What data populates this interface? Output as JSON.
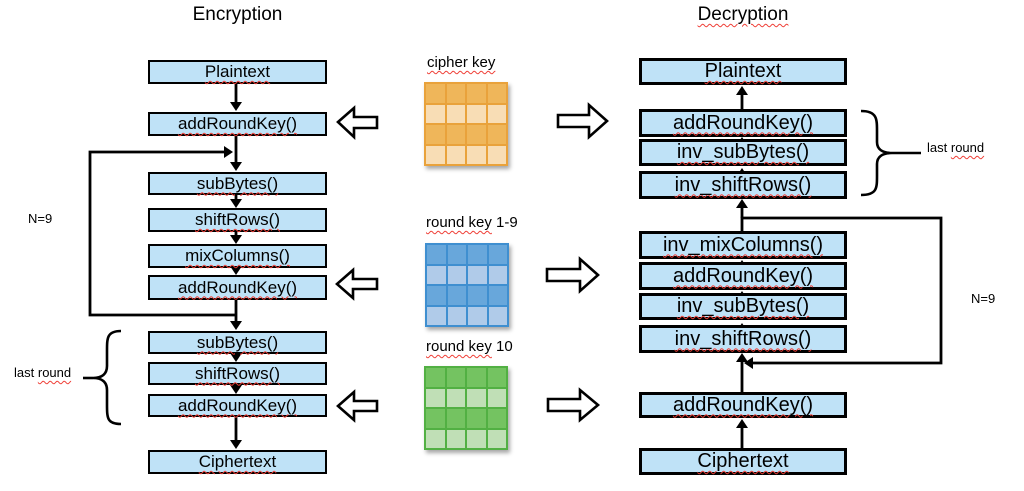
{
  "titles": {
    "encryption": "Encryption",
    "decryption": "Decryption"
  },
  "encryption": {
    "boxes": [
      "Plaintext",
      "addRoundKey()",
      "subBytes()",
      "shiftRows()",
      "mixColumns()",
      "addRoundKey()",
      "subBytes()",
      "shiftRows()",
      "addRoundKey()",
      "Ciphertext"
    ],
    "n_label": "N=9",
    "last_round": {
      "word1": "last",
      "word2": "round"
    }
  },
  "decryption": {
    "boxes": [
      "Plaintext",
      "addRoundKey()",
      "inv_subBytes()",
      "inv_shiftRows()",
      "inv_mixColumns()",
      "addRoundKey()",
      "inv_subBytes()",
      "inv_shiftRows()",
      "addRoundKey()",
      "Ciphertext"
    ],
    "n_label": "N=9",
    "last_round": {
      "word1": "last",
      "word2": "round"
    }
  },
  "keys": [
    {
      "label": "cipher key",
      "suffix": ""
    },
    {
      "label": "round key",
      "suffix": "1-9"
    },
    {
      "label": "round key",
      "suffix": "10"
    }
  ],
  "colors": {
    "box_fill": "#BFE2F7",
    "squiggle": "#EF3E36",
    "orange_dark": "#EFB65A",
    "orange_light": "#F8DDB5",
    "orange_line": "#E9A23B",
    "blue_dark": "#68A7DB",
    "blue_light": "#B0CBE9",
    "blue_line": "#3F8FD0",
    "green_dark": "#74C361",
    "green_light": "#C0DFB6",
    "green_line": "#52B043"
  }
}
